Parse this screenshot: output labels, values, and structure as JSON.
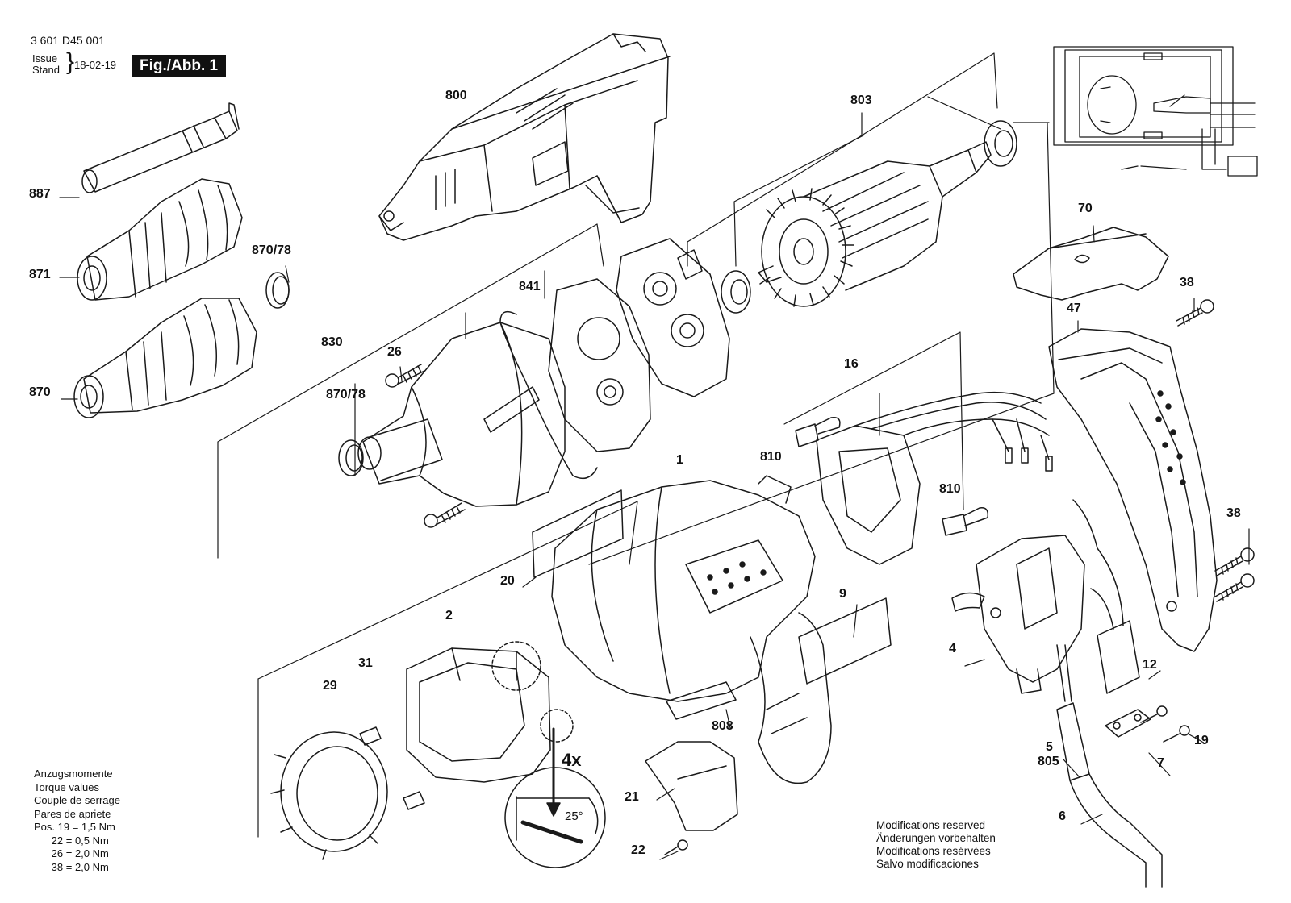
{
  "header": {
    "doc_number": "3 601 D45 001",
    "issue_label": [
      "Issue",
      "Stand"
    ],
    "issue_date": "18-02-19",
    "figure_label": "Fig./Abb. 1"
  },
  "part_labels": {
    "p800": "800",
    "p803": "803",
    "p887": "887",
    "p871": "871",
    "p870_78_top": "870/78",
    "p841": "841",
    "p830": "830",
    "p26": "26",
    "p870_78_mid": "870/78",
    "p870": "870",
    "p70": "70",
    "p38_top": "38",
    "p47": "47",
    "p16": "16",
    "p810_left": "810",
    "p810_right": "810",
    "p1": "1",
    "p20": "20",
    "p9": "9",
    "p38_right": "38",
    "p2": "2",
    "p31": "31",
    "p29": "29",
    "p4": "4",
    "p12": "12",
    "p808": "808",
    "p21": "21",
    "p22": "22",
    "p5": "5",
    "p805": "805",
    "p7": "7",
    "p19": "19",
    "p6": "6"
  },
  "detail": {
    "count": "4x",
    "angle": "25°"
  },
  "torque_note": {
    "lines": [
      "Anzugsmomente",
      "Torque values",
      "Couple de serrage",
      "Pares de apriete"
    ],
    "values": [
      "Pos. 19 = 1,5 Nm",
      "      22 = 0,5 Nm",
      "      26 = 2,0 Nm",
      "      38 = 2,0 Nm"
    ]
  },
  "modifications_note": [
    "Modifications reserved",
    "Änderungen vorbehalten",
    "Modifications resérvées",
    "Salvo modificaciones"
  ]
}
